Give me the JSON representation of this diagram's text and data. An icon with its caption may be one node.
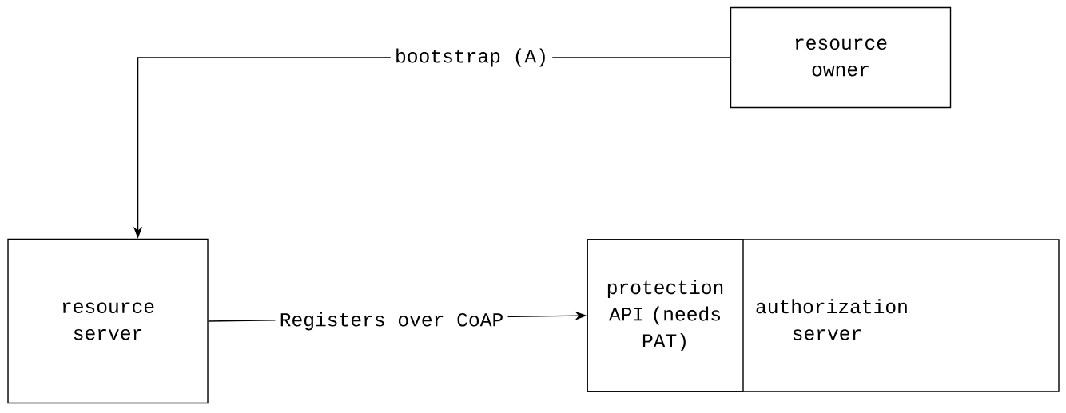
{
  "diagram": {
    "nodes": [
      {
        "text": [
          "resource owner"
        ]
      },
      {
        "text": [
          "resource server"
        ]
      },
      {
        "text": [
          "authorization server"
        ]
      },
      {
        "text": [
          "protection API (needs PAT)"
        ],
        "in": 2
      }
    ],
    "edges": [
      {
        "from": 0,
        "to": 1,
        "arrow": "to",
        "label": "bootstrap (A)"
      },
      {
        "from": 1,
        "to": 3,
        "arrow": "to",
        "label": "Registers over CoAP"
      }
    ]
  }
}
